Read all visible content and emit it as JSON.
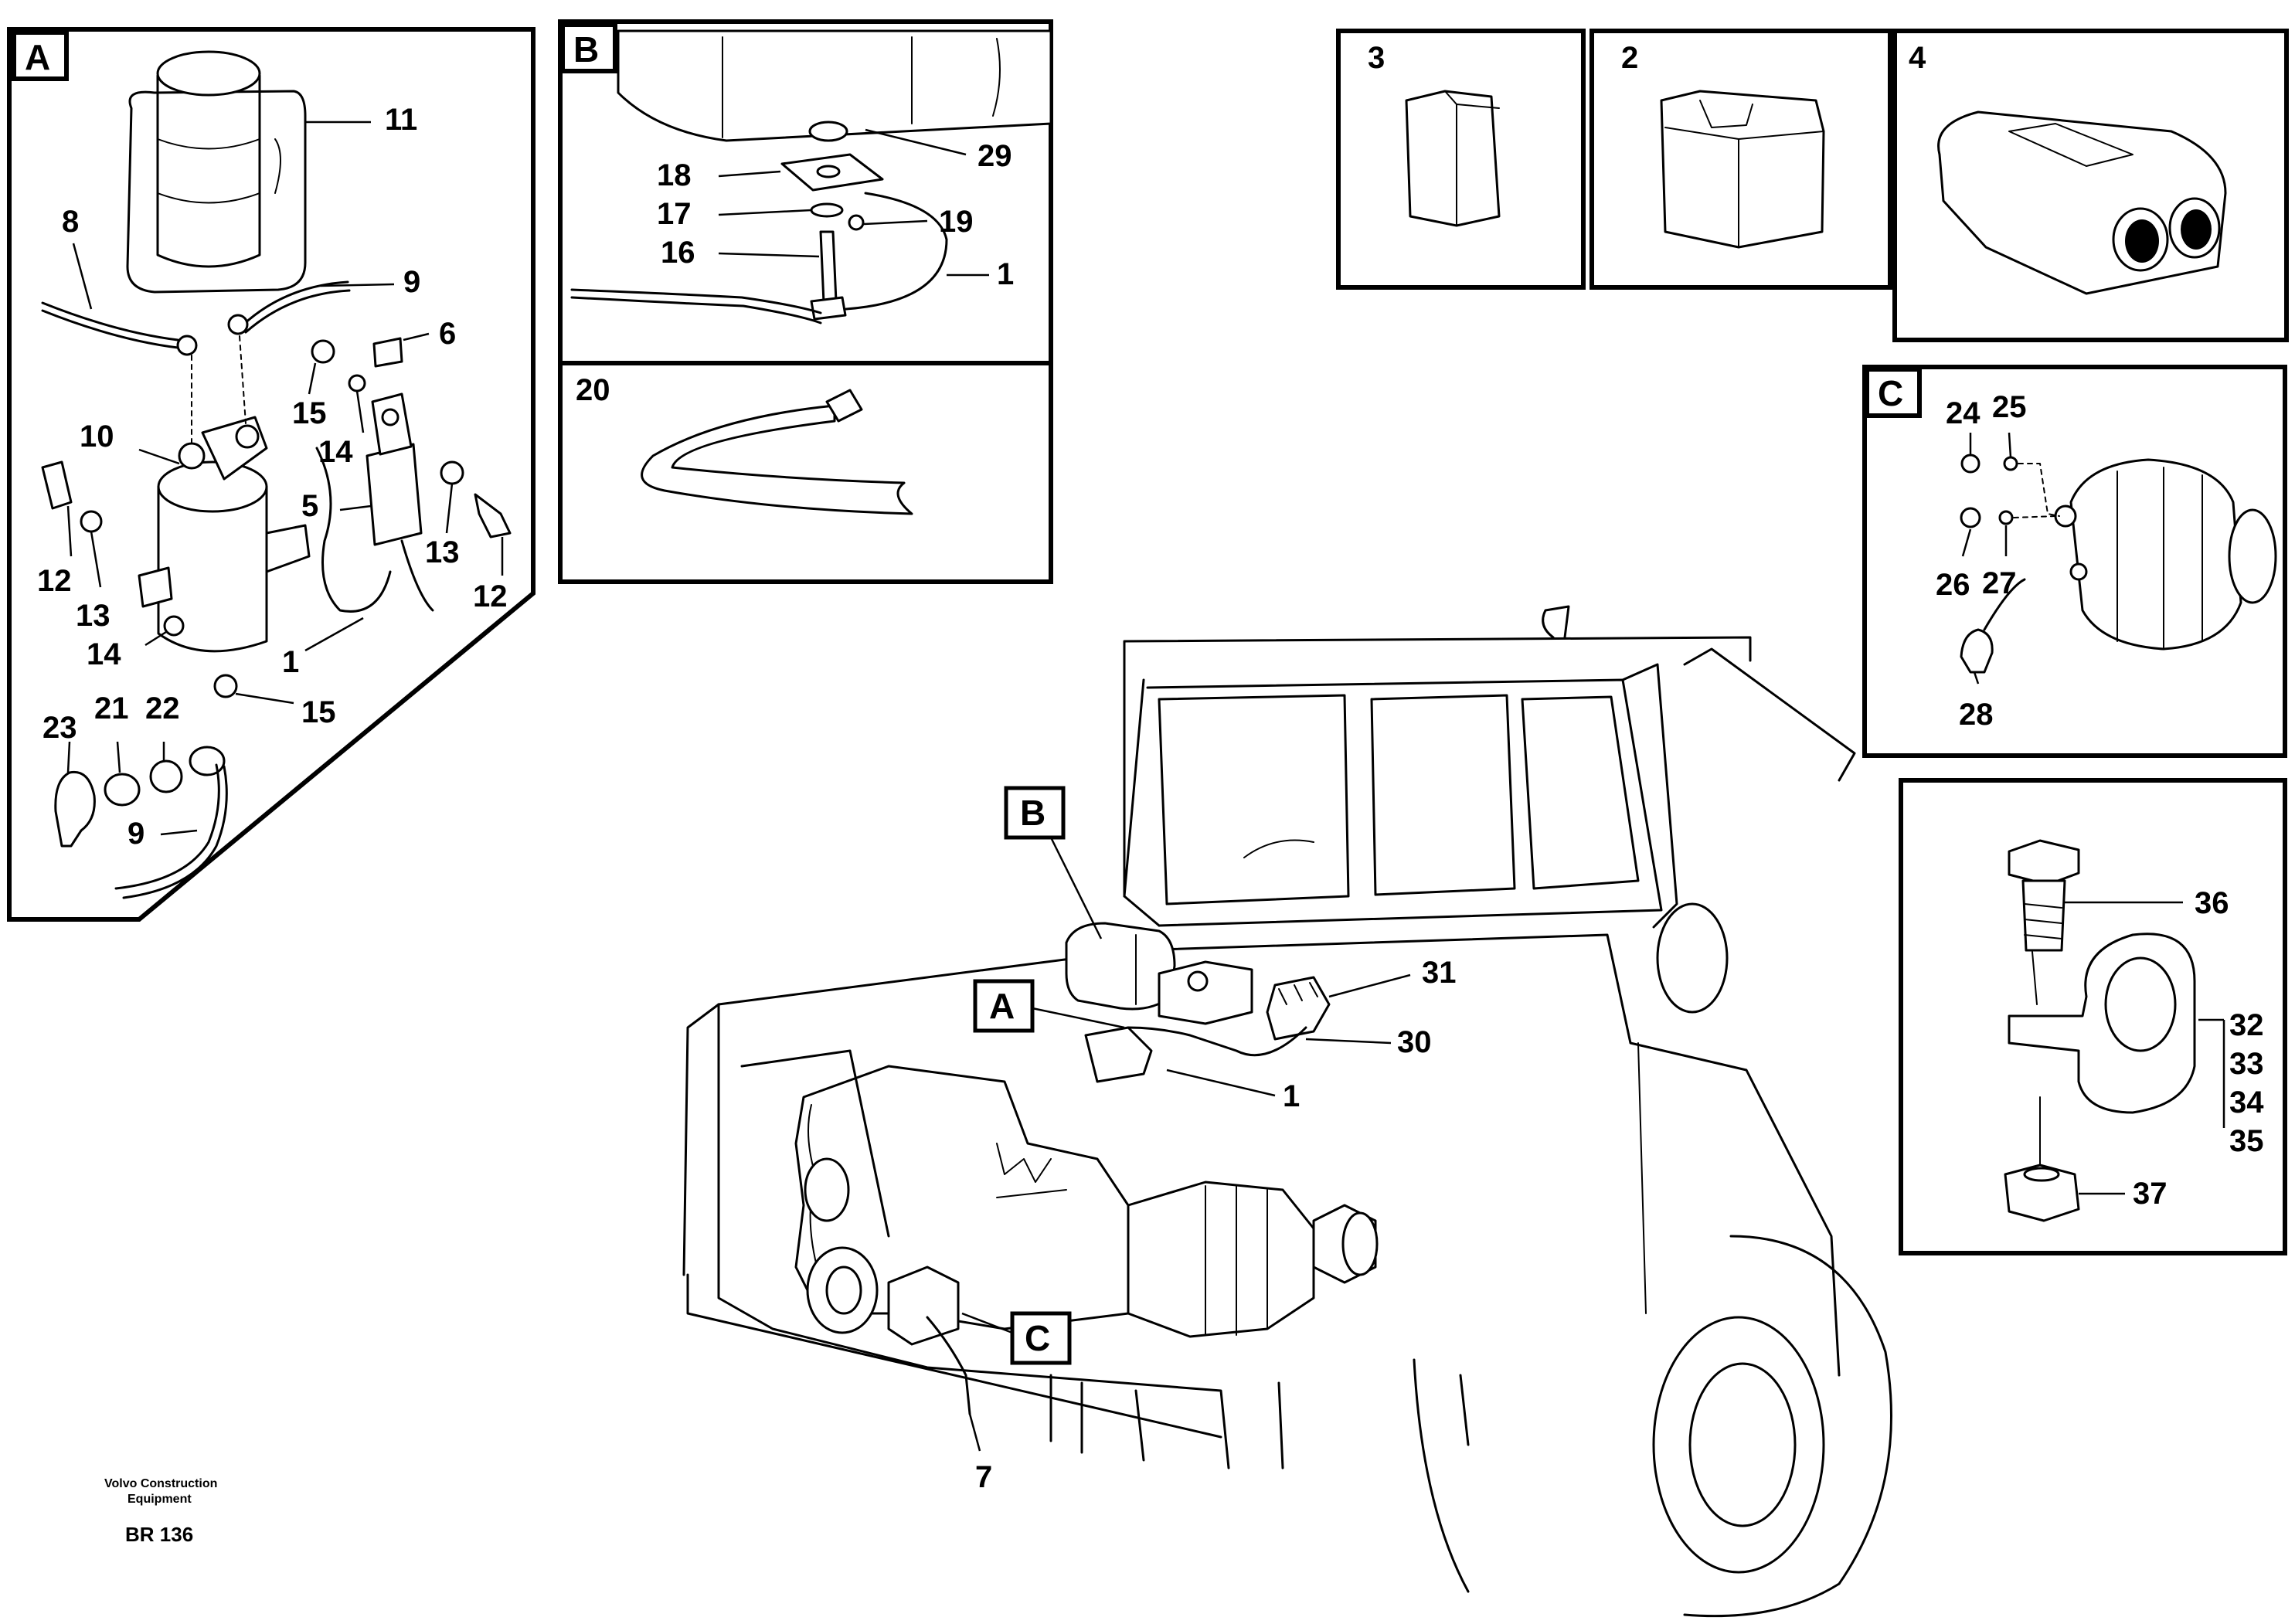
{
  "panels": {
    "A": {
      "letter": "A",
      "labels": {
        "n11": "11",
        "n8": "8",
        "n9a": "9",
        "n6": "6",
        "n10": "10",
        "n15a": "15",
        "n14a": "14",
        "n5": "5",
        "n12a": "12",
        "n13a": "13",
        "n13b": "13",
        "n12b": "12",
        "n14b": "14",
        "n1": "1",
        "n15b": "15",
        "n23": "23",
        "n21": "21",
        "n22": "22",
        "n9b": "9"
      }
    },
    "B": {
      "letter": "B",
      "labels": {
        "n29": "29",
        "n18": "18",
        "n17": "17",
        "n19": "19",
        "n16": "16",
        "n1": "1"
      }
    },
    "tie": {
      "labels": {
        "n20": "20"
      }
    },
    "connectors": {
      "n3": "3",
      "n2": "2",
      "n4": "4"
    },
    "C": {
      "letter": "C",
      "labels": {
        "n24": "24",
        "n25": "25",
        "n26": "26",
        "n27": "27",
        "n28": "28"
      }
    },
    "clamp": {
      "labels": {
        "n36": "36",
        "n32": "32",
        "n33": "33",
        "n34": "34",
        "n35": "35",
        "n37": "37"
      }
    }
  },
  "machine": {
    "callouts": {
      "B": "B",
      "A": "A",
      "C": "C"
    },
    "labels": {
      "n31": "31",
      "n30": "30",
      "n1": "1",
      "n7": "7"
    }
  },
  "footer": {
    "credit_line1": "Volvo Construction",
    "credit_line2": "Equipment",
    "code": "BR 136"
  }
}
